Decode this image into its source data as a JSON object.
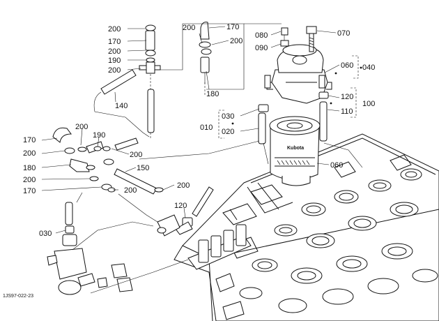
{
  "diagram_code": "1JS97-022-23",
  "brand_mark": "Kubota",
  "part_labels": {
    "p070": "070",
    "p080": "080",
    "p090": "090",
    "p060_top": "060",
    "p040": "040",
    "p120_right": "120",
    "p100": "100",
    "p110": "110",
    "p030_mid": "030",
    "p010": "010",
    "p020": "020",
    "p060_filter": "060",
    "p200_a": "200",
    "p170_a": "170",
    "p200_b": "200",
    "p190_a": "190",
    "p200_c": "200",
    "p140": "140",
    "p200_d": "200",
    "p170_b": "170",
    "p200_e": "200",
    "p180_a": "180",
    "p170_c": "170",
    "p200_f": "200",
    "p190_b": "190",
    "p200_g": "200",
    "p180_b": "180",
    "p150": "150",
    "p200_h": "200",
    "p170_d": "170",
    "p200_i": "200",
    "p200_j": "200",
    "p120_low": "120",
    "p030_low": "030"
  }
}
